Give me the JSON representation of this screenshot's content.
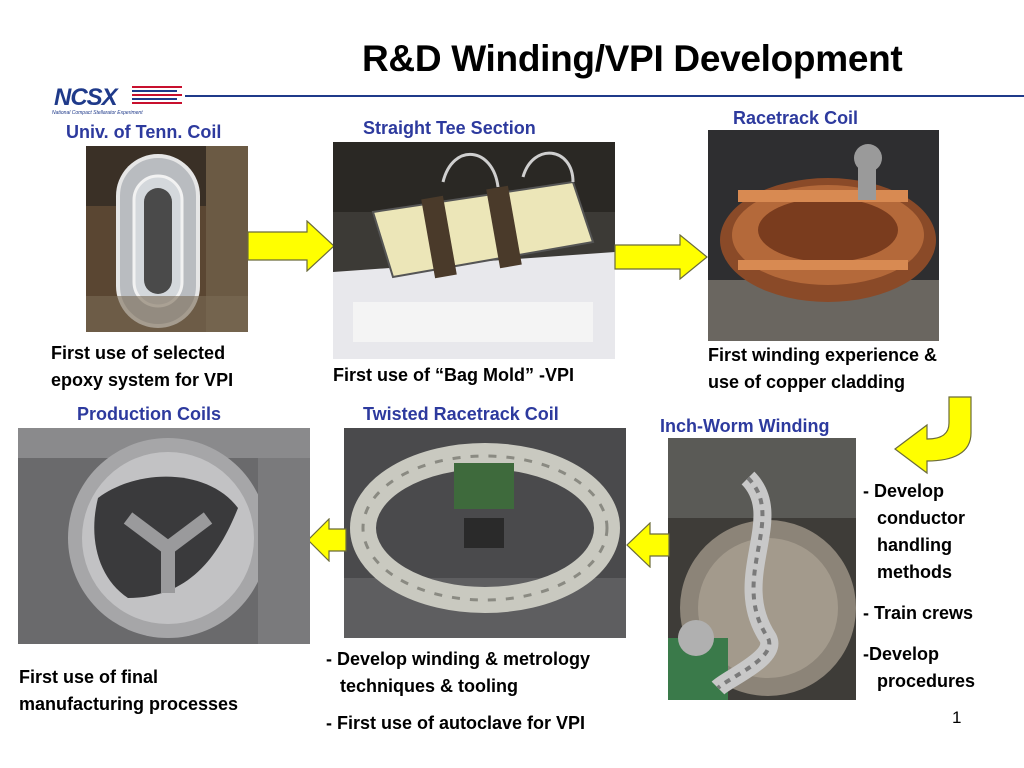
{
  "title": "R&D Winding/VPI Development",
  "logo": {
    "name": "NCSX",
    "tagline": "National Compact Stellarator Experiment"
  },
  "panels": {
    "univ_tenn": {
      "caption": "Univ. of Tenn. Coil",
      "note": [
        "First use of selected",
        "epoxy system for VPI"
      ]
    },
    "straight_tee": {
      "caption": "Straight Tee Section",
      "note": [
        "First use of “Bag Mold” -VPI"
      ]
    },
    "racetrack": {
      "caption": "Racetrack Coil",
      "note": [
        "First winding experience &",
        "use of copper cladding"
      ]
    },
    "inch_worm": {
      "caption": "Inch-Worm Winding",
      "bullets": [
        "- Develop",
        "conductor",
        "handling",
        "methods",
        "- Train crews",
        "-Develop",
        "procedures"
      ]
    },
    "twisted": {
      "caption": "Twisted Racetrack Coil",
      "bullets": [
        "- Develop winding & metrology",
        "techniques & tooling",
        "- First use of autoclave for VPI"
      ]
    },
    "production": {
      "caption": "Production Coils",
      "note": [
        "First use of final",
        "manufacturing processes"
      ]
    }
  },
  "page_number": "1",
  "colors": {
    "caption": "#2d3a9e",
    "arrow_fill": "#ffff00",
    "arrow_stroke": "#6b6b3a",
    "logo_blue": "#1f3a8a",
    "logo_red": "#c8102e"
  },
  "icons": [
    "arrow-right",
    "arrow-curved-down-left",
    "arrow-left"
  ]
}
